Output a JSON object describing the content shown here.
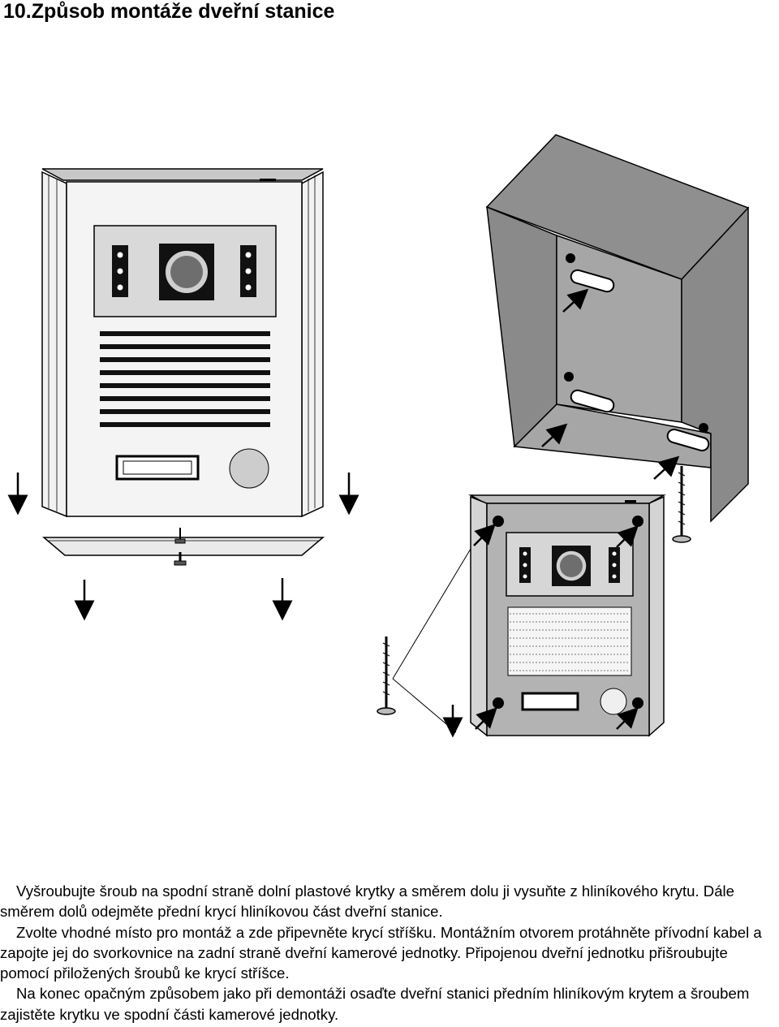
{
  "page": {
    "title": "10.Způsob montáže dveřní stanice"
  },
  "instructions": {
    "p1": "Vyšroubujte šroub na spodní straně dolní plastové krytky a směrem dolu ji vysuňte z hliníkového krytu. Dále směrem dolů odejměte přední krycí hliníkovou část dveřní stanice.",
    "p2": "Zvolte vhodné místo pro montáž a zde připevněte krycí stříšku. Montážním otvorem protáhněte přívodní kabel a zapojte jej do svorkovnice na zadní straně dveřní kamerové jednotky. Připojenou dveřní jednotku přišroubujte pomocí přiložených šroubů ke krycí stříšce.",
    "p3": "Na konec opačným způsobem jako při demontáži osaďte dveřní stanici předním hliníkovým krytem a šroubem zajistěte krytku ve spodní části kamerové jednotky."
  },
  "colors": {
    "panel_face": "#e6e6e6",
    "hood_gray": "#9a9a9a",
    "hood_dark": "#7d7d7d",
    "unit_gray": "#bdbdbd",
    "outline": "#000000"
  },
  "icons": [
    "arrow-down-icon",
    "arrow-diagonal-icon",
    "screw-icon",
    "camera-lens-icon"
  ]
}
